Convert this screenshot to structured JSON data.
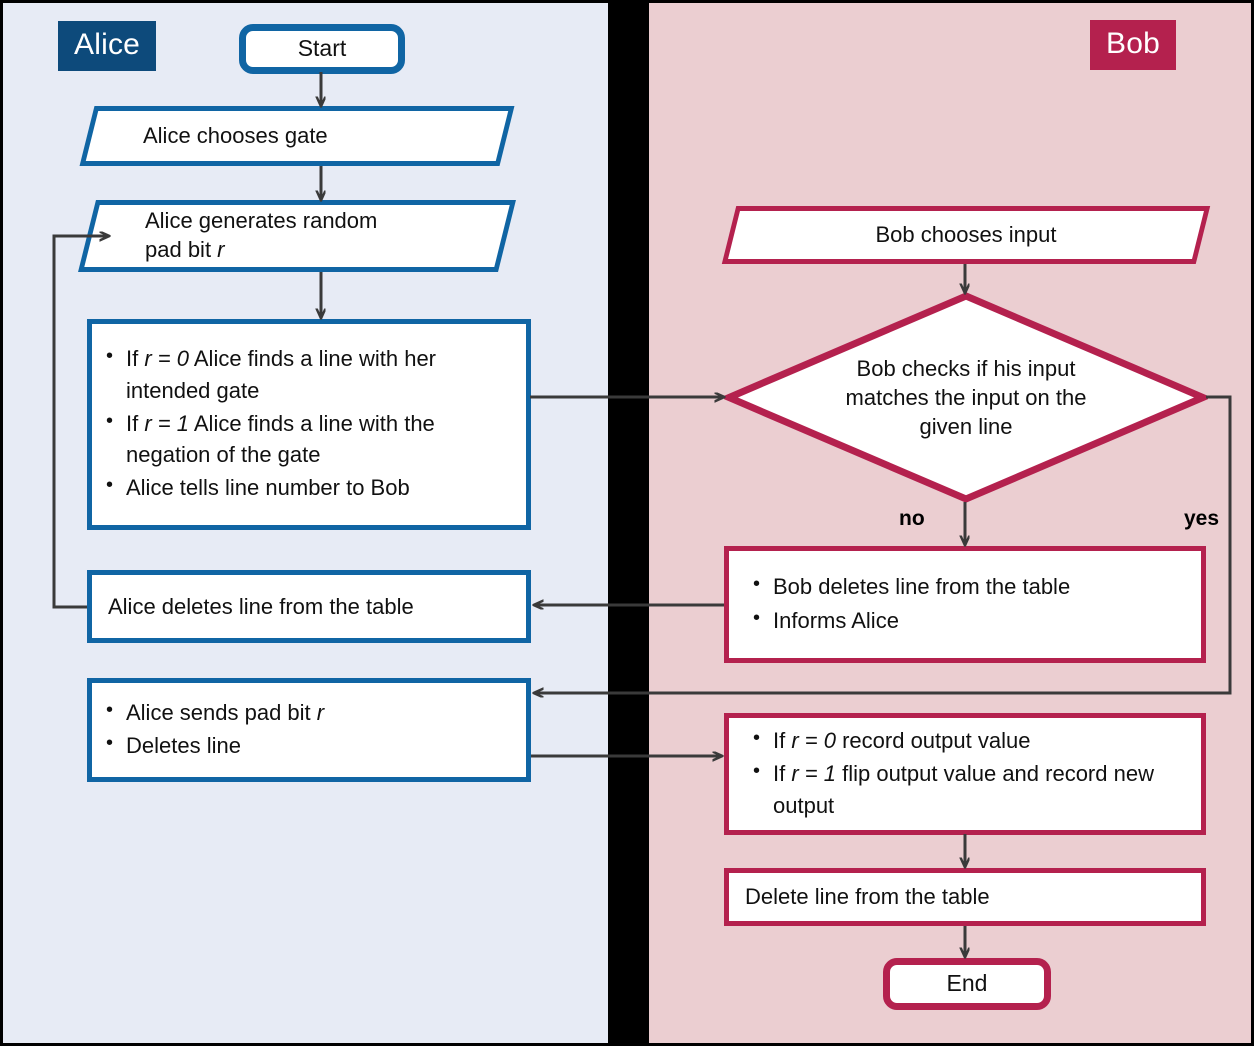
{
  "diagram": {
    "title": "Alice and Bob garbled-gate protocol flowchart",
    "colors": {
      "alice_accent": "#1065A4",
      "alice_badge": "#0D4A7B",
      "bob_accent": "#B4214E",
      "alice_panel_bg": "#E7EBF5",
      "bob_panel_bg": "#EBCED1",
      "divider": "#000000",
      "connector": "#3A3A3A"
    }
  },
  "lanes": {
    "alice": {
      "badge": "Alice"
    },
    "bob": {
      "badge": "Bob"
    }
  },
  "alice_nodes": {
    "start": {
      "label": "Start",
      "shape": "terminator"
    },
    "chooses_gate": {
      "label": "Alice chooses gate",
      "shape": "parallelogram"
    },
    "random_pad": {
      "line1": "Alice generates random",
      "line2_pre": "pad bit ",
      "line2_var": "r",
      "shape": "parallelogram"
    },
    "find_line": {
      "shape": "process",
      "bullets": [
        {
          "pre": "If ",
          "var": "r = 0",
          "post": " Alice finds a line with her intended gate"
        },
        {
          "pre": "If ",
          "var": "r = 1",
          "post": " Alice finds a line with the negation of the gate"
        },
        {
          "pre": "",
          "var": "",
          "post": "Alice tells line number to Bob"
        }
      ]
    },
    "delete_line": {
      "label": "Alice deletes line from the table",
      "shape": "process"
    },
    "send_pad": {
      "shape": "process",
      "bullets": [
        {
          "pre": "Alice sends pad bit ",
          "var": "r",
          "post": ""
        },
        {
          "pre": "Deletes line",
          "var": "",
          "post": ""
        }
      ]
    }
  },
  "bob_nodes": {
    "chooses_input": {
      "label": "Bob chooses input",
      "shape": "parallelogram"
    },
    "check_match": {
      "label": "Bob checks if his input matches the input on the given line",
      "shape": "decision"
    },
    "delete_inform": {
      "shape": "process",
      "bullets": [
        {
          "pre": "Bob deletes line from the table",
          "var": "",
          "post": ""
        },
        {
          "pre": "Informs Alice",
          "var": "",
          "post": ""
        }
      ]
    },
    "record_output": {
      "shape": "process",
      "bullets": [
        {
          "pre": "If ",
          "var": "r = 0",
          "post": " record output value"
        },
        {
          "pre": "If ",
          "var": "r = 1",
          "post": " flip output value and record new output"
        }
      ]
    },
    "delete_table": {
      "label": "Delete line from the table",
      "shape": "process"
    },
    "end": {
      "label": "End",
      "shape": "terminator"
    }
  },
  "connector_labels": {
    "no": "no",
    "yes": "yes"
  }
}
